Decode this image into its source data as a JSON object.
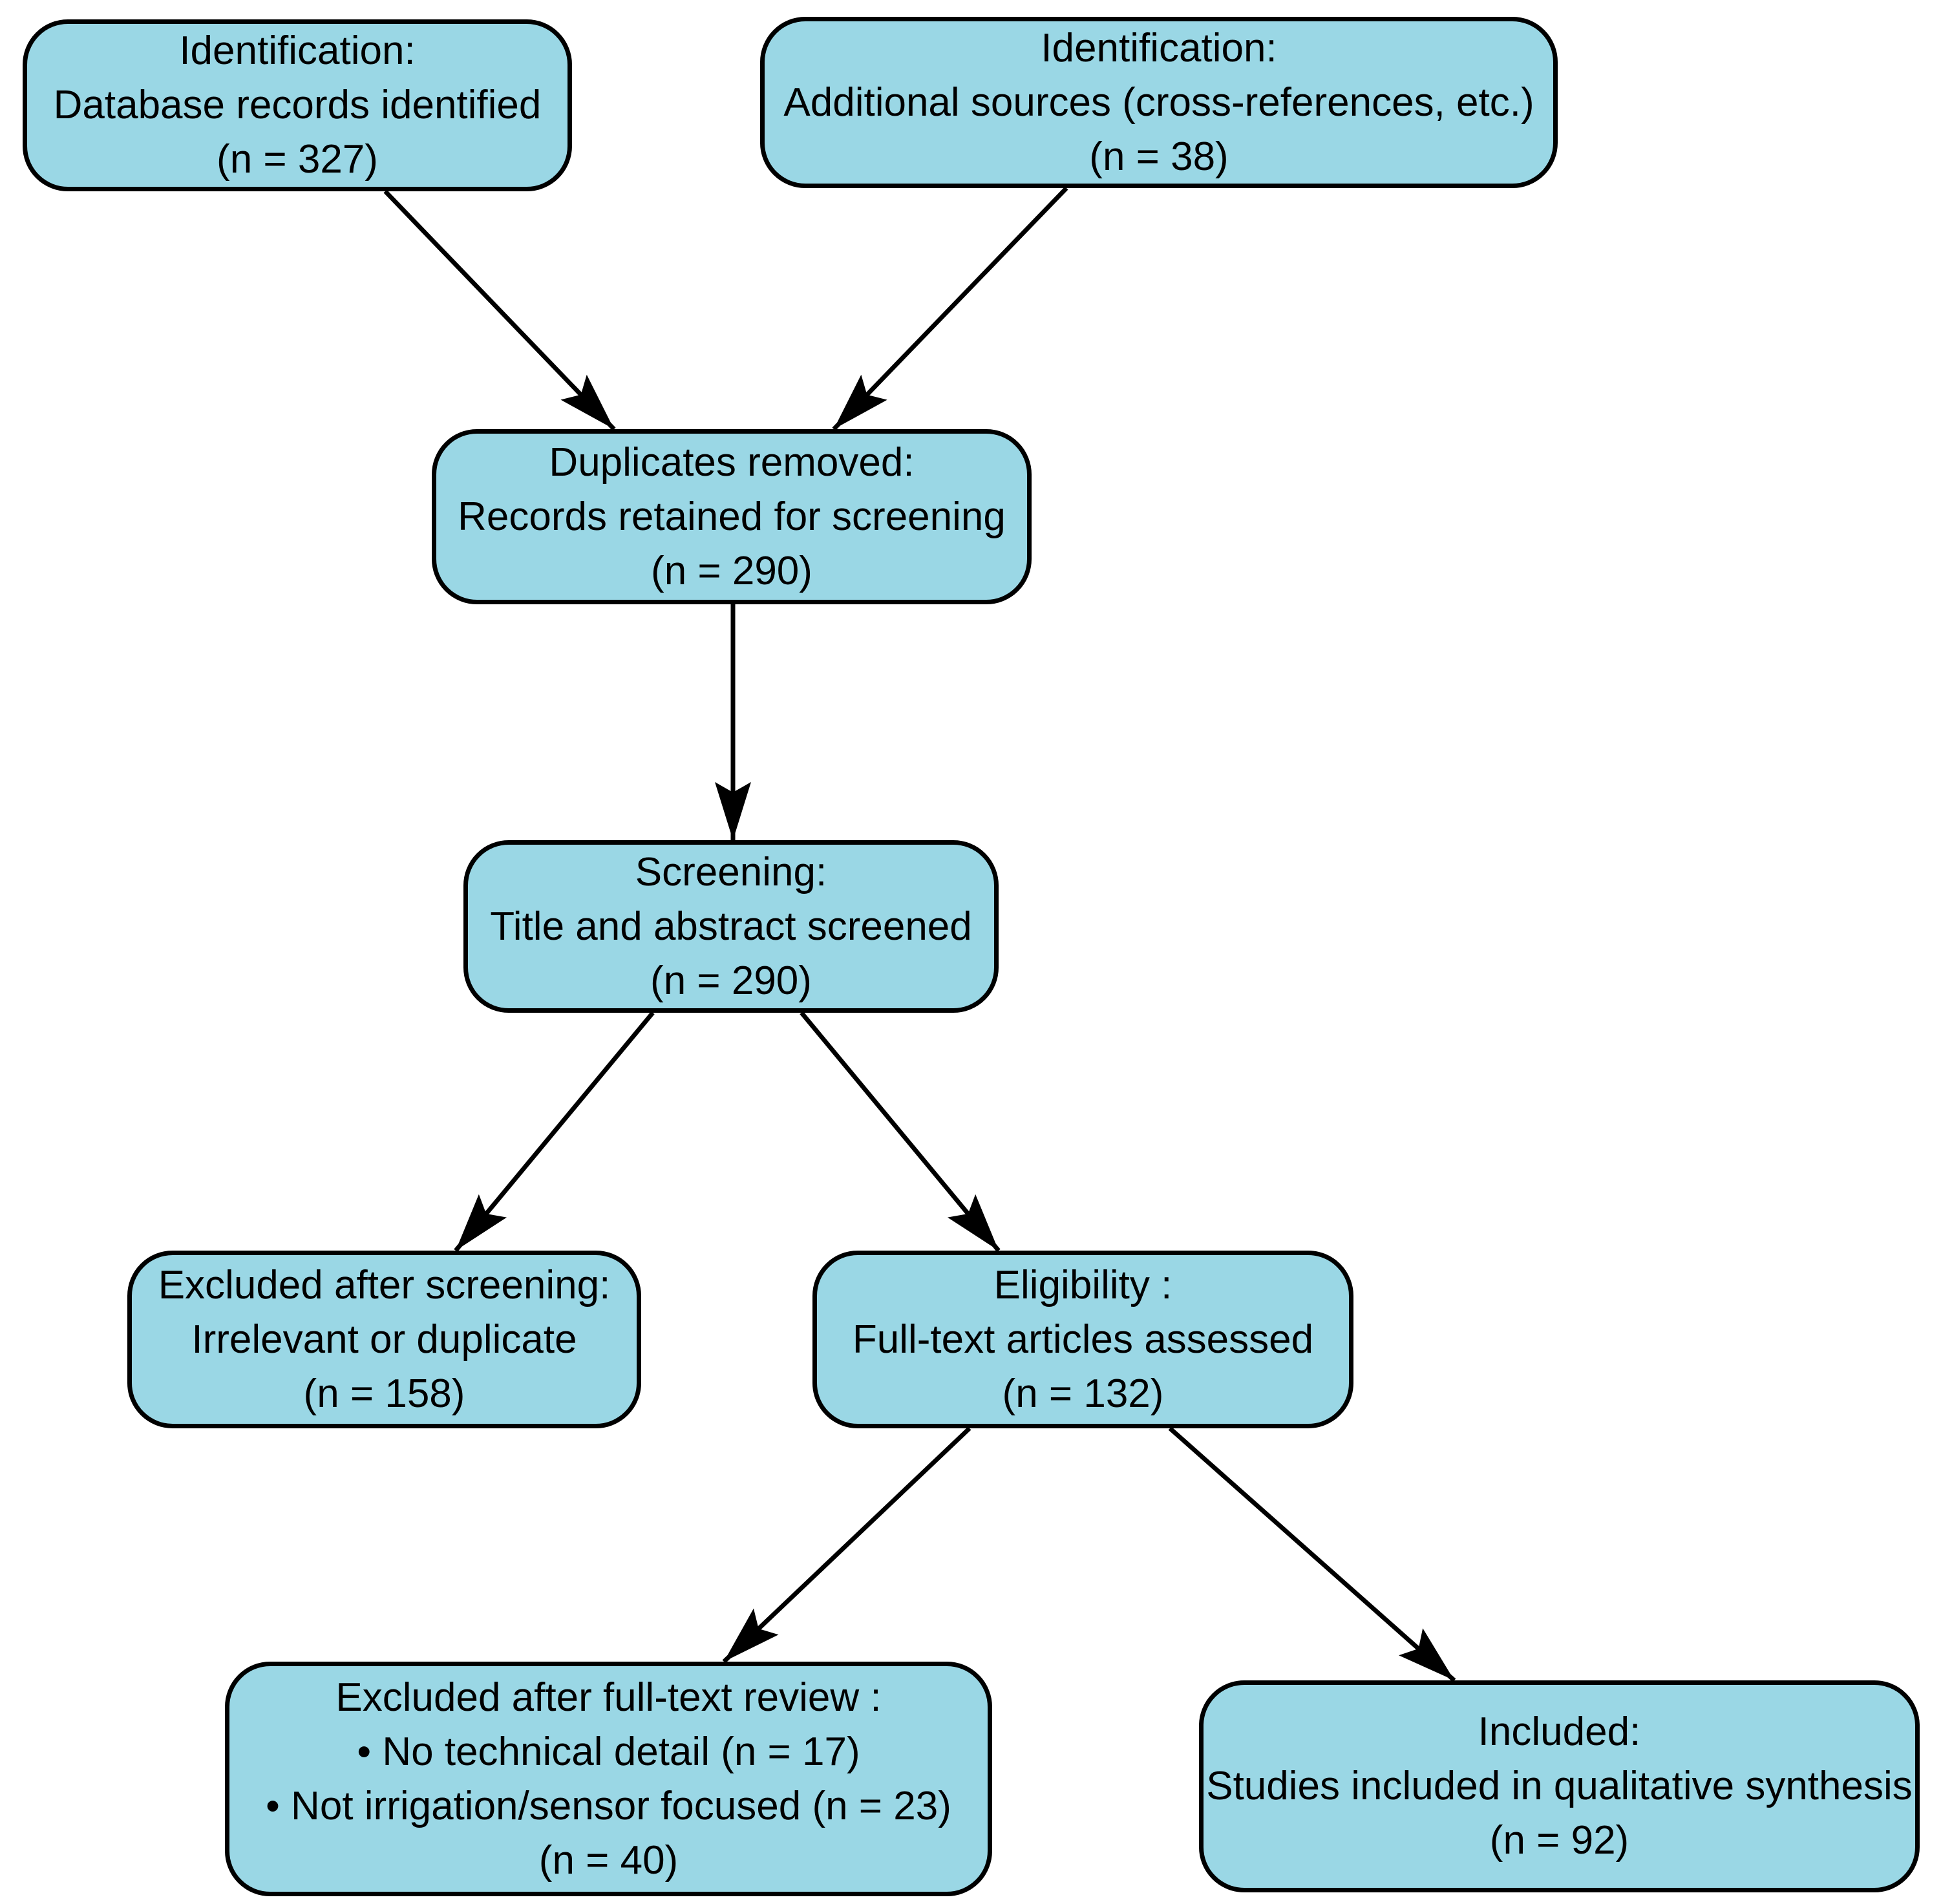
{
  "diagram": {
    "colors": {
      "box_fill": "#9AD7E5",
      "line_color": "#000000",
      "background": "#ffffff"
    },
    "boxes": [
      {
        "id": "identification-database",
        "lines": [
          "Identification:",
          "Database records identified",
          "(n = 327)"
        ]
      },
      {
        "id": "identification-additional-sources",
        "lines": [
          "Identification:",
          "Additional sources (cross-references, etc.)",
          "(n = 38)"
        ]
      },
      {
        "id": "duplicates-removed",
        "lines": [
          "Duplicates removed:",
          "Records retained for screening",
          "(n = 290)"
        ]
      },
      {
        "id": "screening",
        "lines": [
          "Screening:",
          "Title and abstract screened",
          "(n = 290)"
        ]
      },
      {
        "id": "excluded-after-screening",
        "lines": [
          "Excluded after screening:",
          "Irrelevant or duplicate",
          "(n = 158)"
        ]
      },
      {
        "id": "eligibility",
        "lines": [
          "Eligibility :",
          "Full-text articles assessed",
          "(n = 132)"
        ]
      },
      {
        "id": "excluded-after-fulltext",
        "lines": [
          "Excluded after full-text review :",
          "• No technical detail (n = 17)",
          "• Not irrigation/sensor focused (n = 23)",
          "(n = 40)"
        ]
      },
      {
        "id": "included",
        "lines": [
          "Included:",
          "Studies included in qualitative synthesis",
          "(n = 92)"
        ]
      }
    ]
  }
}
